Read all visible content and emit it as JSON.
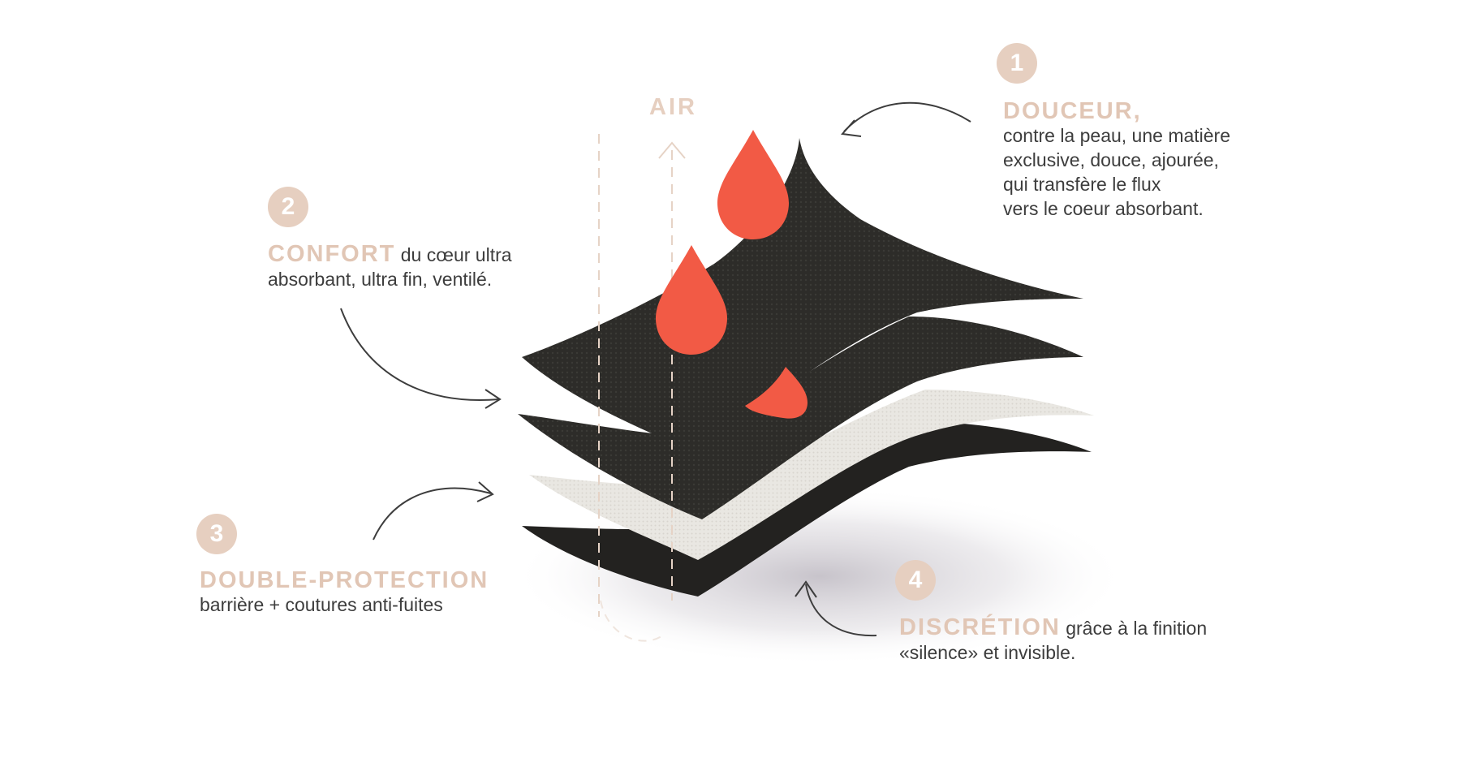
{
  "air_label": "AIR",
  "callouts": [
    {
      "number": "1",
      "title": "DOUCEUR,",
      "text": "contre la peau, une matière\nexclusive, douce, ajourée,\nqui transfère le flux\nvers le coeur absorbant."
    },
    {
      "number": "2",
      "title": "CONFORT",
      "text": "du cœur ultra\nabsorbant, ultra fin, ventilé."
    },
    {
      "number": "3",
      "title": "DOUBLE-PROTECTION",
      "text": "barrière + coutures anti-fuites"
    },
    {
      "number": "4",
      "title": "DISCRÉTION",
      "text": "grâce à la finition\n«silence» et invisible."
    }
  ],
  "colors": {
    "accent": "#e6cfc0",
    "drop": "#f25a45",
    "layer_dark": "#2b2a27",
    "layer_light": "#e8e6e1",
    "text": "#3d3d3d"
  },
  "icons": [
    "drop-icon",
    "arrow-icon",
    "air-arrow-icon"
  ]
}
